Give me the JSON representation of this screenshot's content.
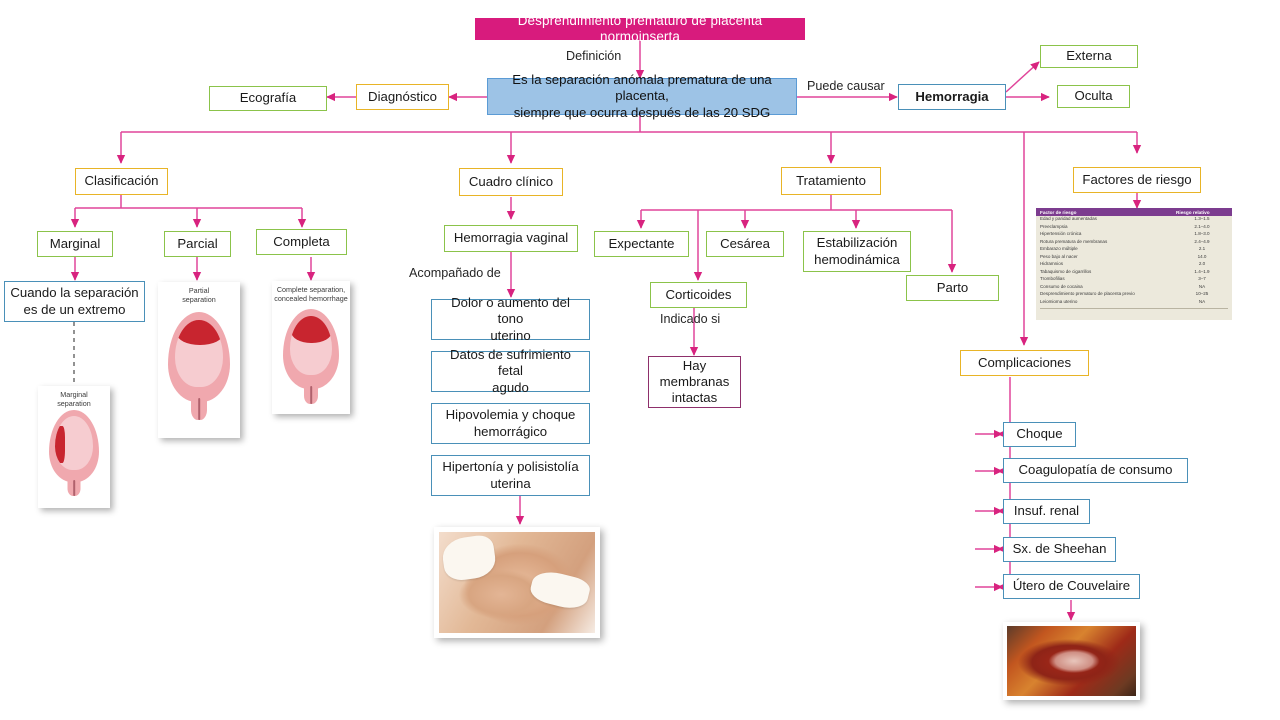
{
  "title": {
    "label": "Desprendimiento prematuro de placenta normoinserta"
  },
  "definition": {
    "edge_label": "Definición",
    "line1": "Es la separación anómala prematura de una placenta,",
    "line2": "siempre que ocurra después de  las 20 SDG"
  },
  "diagnostico": {
    "label": "Diagnóstico",
    "result": "Ecografía"
  },
  "hemorragia": {
    "edge_label": "Puede causar",
    "label": "Hemorragia",
    "types": [
      "Externa",
      "Oculta"
    ]
  },
  "clasificacion": {
    "label": "Clasificación",
    "types": [
      "Marginal",
      "Parcial",
      "Completa"
    ],
    "marginal_detail_line1": "Cuando la separación",
    "marginal_detail_line2": "es de un extremo",
    "figures": [
      {
        "caption_line1": "Marginal",
        "caption_line2": "separation"
      },
      {
        "caption_line1": "Partial",
        "caption_line2": "separation"
      },
      {
        "caption_line1": "Complete separation,",
        "caption_line2": "concealed hemorrhage"
      }
    ]
  },
  "cuadro_clinico": {
    "label": "Cuadro clínico",
    "primary": "Hemorragia vaginal",
    "edge_label": "Acompañado de",
    "signs": [
      {
        "line1": "Dolor o aumento del tono",
        "line2": "uterino"
      },
      {
        "line1": "Datos de sufrimiento fetal",
        "line2": "agudo"
      },
      {
        "line1": "Hipovolemia y choque",
        "line2": "hemorrágico"
      },
      {
        "line1": "Hipertonía y polisistolía",
        "line2": "uterina"
      }
    ]
  },
  "tratamiento": {
    "label": "Tratamiento",
    "options": [
      {
        "line1": "Expectante",
        "line2": ""
      },
      {
        "line1": "Cesárea",
        "line2": ""
      },
      {
        "line1": "Estabilización",
        "line2": "hemodinámica"
      },
      {
        "line1": "Parto",
        "line2": ""
      }
    ],
    "corticoides": "Corticoides",
    "corticoides_edge_label": "Indicado si",
    "corticoides_condition_line1": "Hay",
    "corticoides_condition_line2": "membranas",
    "corticoides_condition_line3": "intactas"
  },
  "factores_riesgo": {
    "label": "Factores de riesgo",
    "table": {
      "headers": [
        "Factor de riesgo",
        "Riesgo relativo"
      ],
      "rows": [
        [
          "Edad y paridad aumentadas",
          "1.3–1.5"
        ],
        [
          "Preeclampsia",
          "2.1–4.0"
        ],
        [
          "Hipertensión crónica",
          "1.8–3.0"
        ],
        [
          "Rotura prematura de membranas",
          "2.4–4.9"
        ],
        [
          "Embarazo múltiple",
          "2.1"
        ],
        [
          "Peso bajo al nacer",
          "14.0"
        ],
        [
          "Hidramnios",
          "2.0"
        ],
        [
          "Tabaquismo de cigarrillos",
          "1.4–1.9"
        ],
        [
          "Trombofilias",
          "3–7"
        ],
        [
          "Consumo de cocaina",
          "NA"
        ],
        [
          "Desprendimiento prematuro de placenta previo",
          "10–25"
        ],
        [
          "Leiomioma uterino",
          "NA"
        ]
      ]
    }
  },
  "complicaciones": {
    "label": "Complicaciones",
    "items": [
      "Choque",
      "Coagulopatía de consumo",
      "Insuf. renal",
      "Sx. de Sheehan",
      "Útero de Couvelaire"
    ]
  },
  "colors": {
    "title_fill": "#d81b7d",
    "definition_fill": "#9dc3e6",
    "definition_border": "#5b9bd5",
    "yellow_border": "#e8b427",
    "green_border": "#8bc34a",
    "blue_border": "#4a90b8",
    "purple_border": "#8e2f6b",
    "connector_pink": "#e0459a",
    "connector_magenta": "#c8257f",
    "table_header": "#7c3c8f",
    "table_body": "#ece9dc"
  }
}
